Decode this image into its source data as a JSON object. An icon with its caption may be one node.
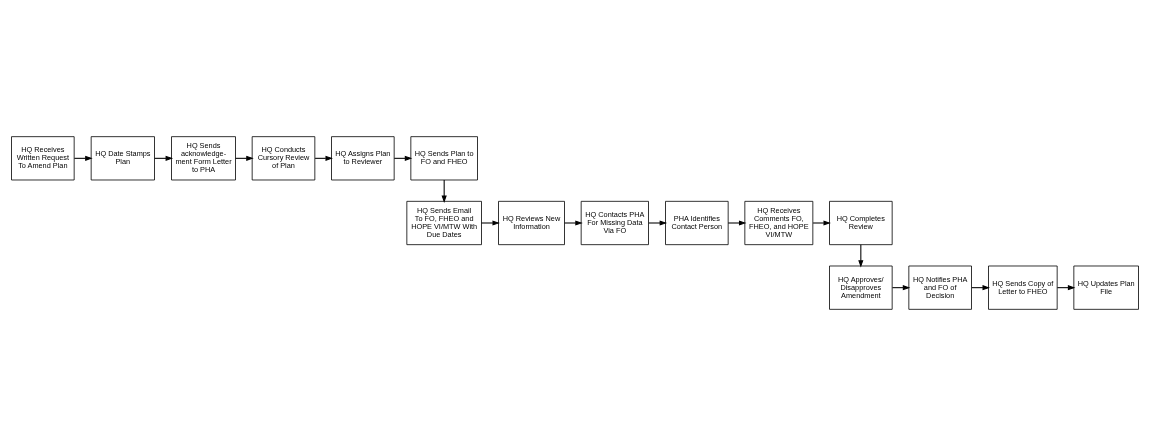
{
  "diagram": {
    "nodes": [
      {
        "text": [
          "HQ Receives Written Request To Amend Plan"
        ]
      },
      {
        "text": [
          "HQ Date Stamps Plan"
        ]
      },
      {
        "text": [
          "HQ Sends acknowledge- ment Form Letter to PHA"
        ]
      },
      {
        "text": [
          "HQ Conducts Cursory Review of Plan"
        ]
      },
      {
        "text": [
          "HQ Assigns Plan to Reviewer"
        ]
      },
      {
        "text": [
          "HQ Sends Plan to FO and FHEO"
        ]
      },
      {
        "text": [
          "HQ Sends Email To FO, FHEO and HOPE VI/MTW With Due Dates"
        ]
      },
      {
        "text": [
          "HQ Reviews New Information"
        ]
      },
      {
        "text": [
          "HQ Contacts PHA For Missing Data Via FO"
        ]
      },
      {
        "text": [
          "PHA Identifies Contact Person"
        ]
      },
      {
        "text": [
          "HQ Receives Comments FO, FHEO, and HOPE VI/MTW"
        ]
      },
      {
        "text": [
          "HQ Completes Review"
        ]
      },
      {
        "text": [
          "HQ Approves/ Disapproves Amendment"
        ]
      },
      {
        "text": [
          "HQ Notifies PHA and FO of Decision"
        ]
      },
      {
        "text": [
          "HQ Sends Copy of Letter to FHEO"
        ]
      },
      {
        "text": [
          "HQ Updates Plan File"
        ]
      }
    ],
    "edges": [
      {
        "from": 0,
        "to": 1,
        "arrow": "to"
      },
      {
        "from": 1,
        "to": 2,
        "arrow": "to"
      },
      {
        "from": 2,
        "to": 3,
        "arrow": "to"
      },
      {
        "from": 3,
        "to": 4,
        "arrow": "to"
      },
      {
        "from": 4,
        "to": 5,
        "arrow": "to"
      },
      {
        "from": 5,
        "to": 6,
        "arrow": "to"
      },
      {
        "from": 6,
        "to": 7,
        "arrow": "to"
      },
      {
        "from": 7,
        "to": 8,
        "arrow": "to"
      },
      {
        "from": 8,
        "to": 9,
        "arrow": "to"
      },
      {
        "from": 9,
        "to": 10,
        "arrow": "to"
      },
      {
        "from": 10,
        "to": 11,
        "arrow": "to"
      },
      {
        "from": 11,
        "to": 12,
        "arrow": "to"
      },
      {
        "from": 12,
        "to": 13,
        "arrow": "to"
      },
      {
        "from": 13,
        "to": 14,
        "arrow": "to"
      },
      {
        "from": 14,
        "to": 15,
        "arrow": "to"
      }
    ]
  }
}
